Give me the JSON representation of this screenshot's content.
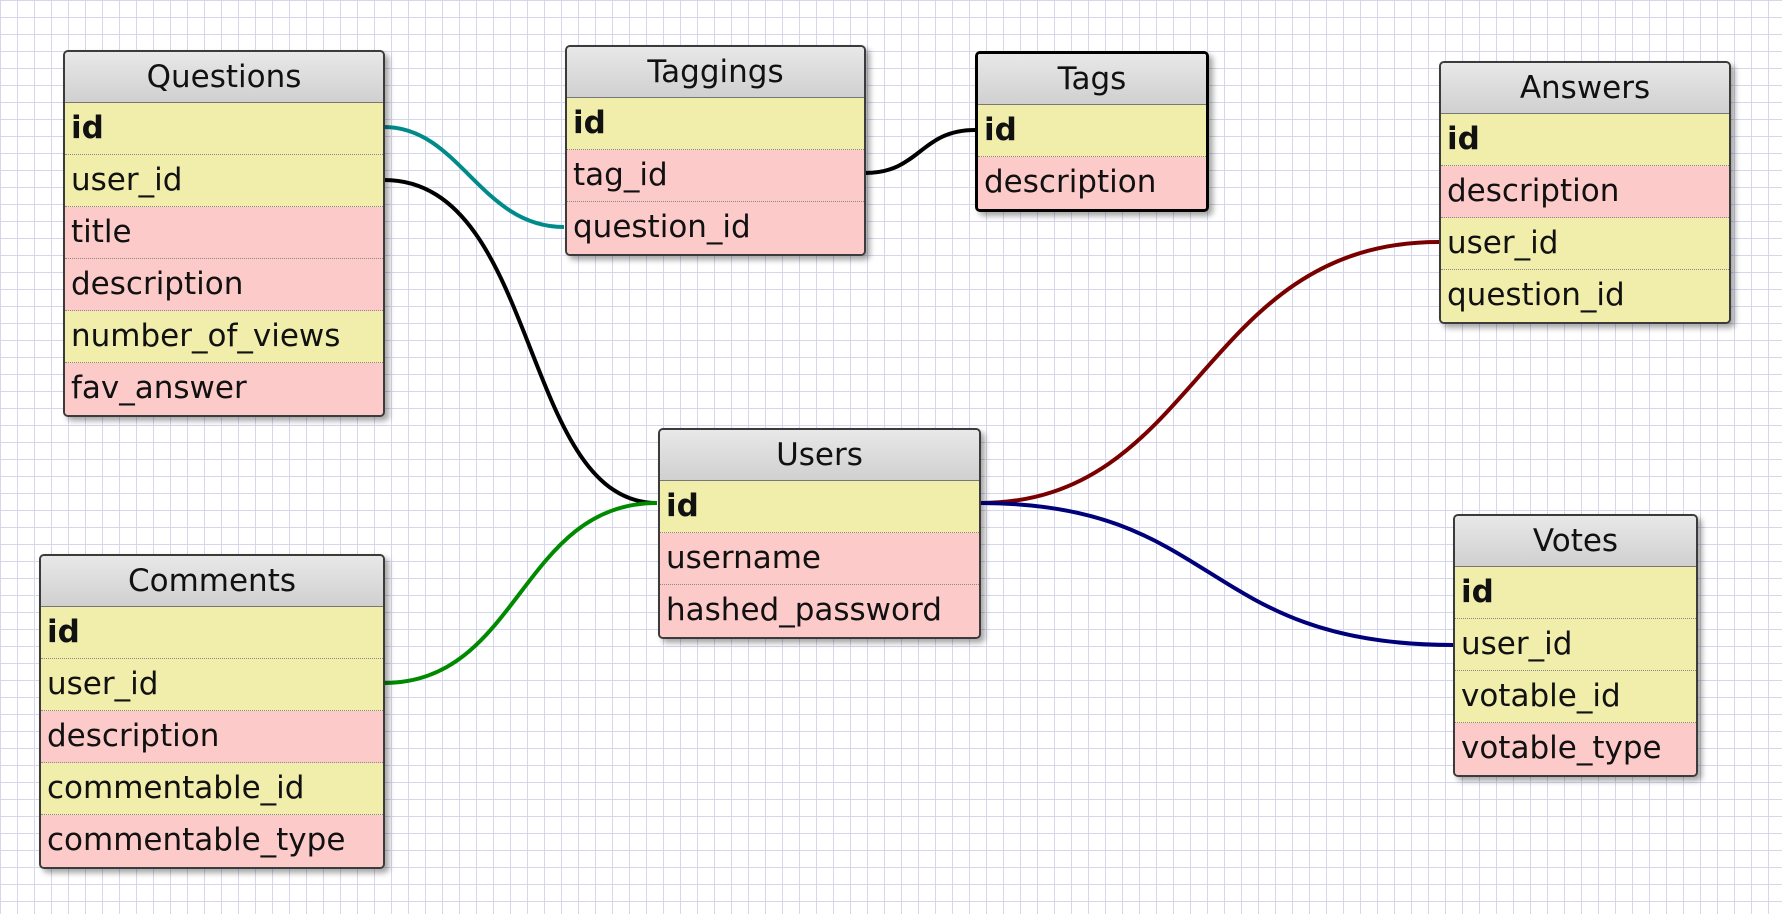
{
  "tables": {
    "questions": {
      "name": "Questions",
      "fields": [
        "id",
        "user_id",
        "title",
        "description",
        "number_of_views",
        "fav_answer"
      ]
    },
    "taggings": {
      "name": "Taggings",
      "fields": [
        "id",
        "tag_id",
        "question_id"
      ]
    },
    "tags": {
      "name": "Tags",
      "fields": [
        "id",
        "description"
      ]
    },
    "answers": {
      "name": "Answers",
      "fields": [
        "id",
        "description",
        "user_id",
        "question_id"
      ]
    },
    "users": {
      "name": "Users",
      "fields": [
        "id",
        "username",
        "hashed_password"
      ]
    },
    "comments": {
      "name": "Comments",
      "fields": [
        "id",
        "user_id",
        "description",
        "commentable_id",
        "commentable_type"
      ]
    },
    "votes": {
      "name": "Votes",
      "fields": [
        "id",
        "user_id",
        "votable_id",
        "votable_type"
      ]
    }
  },
  "relations": [
    {
      "from": "Questions.id",
      "to": "Taggings.question_id",
      "color": "#008a8a"
    },
    {
      "from": "Questions.user_id",
      "to": "Users.id",
      "color": "#000000"
    },
    {
      "from": "Taggings.tag_id",
      "to": "Tags.id",
      "color": "#000000"
    },
    {
      "from": "Users.id",
      "to": "Answers.user_id",
      "color": "#7a0000"
    },
    {
      "from": "Users.id",
      "to": "Votes.user_id",
      "color": "#00007a"
    },
    {
      "from": "Comments.user_id",
      "to": "Users.id",
      "color": "#008a00"
    }
  ],
  "colors": {
    "key_field": "#f0eeaa",
    "plain_field": "#fdcaca",
    "header": "#d8d8d8",
    "grid": "#d6d6ec"
  }
}
